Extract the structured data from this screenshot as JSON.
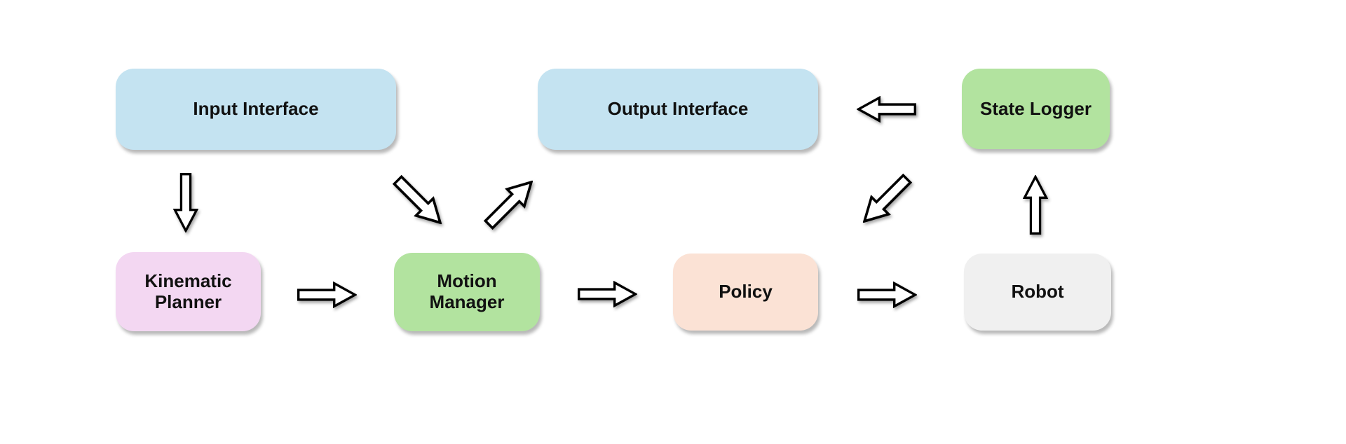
{
  "page": {
    "background_color": "#ffffff",
    "text_color": "#111111"
  },
  "diagram": {
    "nodes": {
      "input_interface": {
        "label": "Input Interface",
        "color": "#c4e3f1"
      },
      "output_interface": {
        "label": "Output Interface",
        "color": "#c4e3f1"
      },
      "state_logger": {
        "label": "State Logger",
        "color": "#b2e39f"
      },
      "kinematic_planner": {
        "label": "Kinematic Planner",
        "color": "#f3d7f2"
      },
      "motion_manager": {
        "label": "Motion Manager",
        "color": "#b2e39f"
      },
      "policy": {
        "label": "Policy",
        "color": "#fbe2d5"
      },
      "robot": {
        "label": "Robot",
        "color": "#f0f0f0"
      }
    },
    "edges": [
      {
        "from": "Input Interface",
        "to": "Kinematic Planner",
        "direction": "down"
      },
      {
        "from": "Kinematic Planner",
        "to": "Motion Manager",
        "direction": "right"
      },
      {
        "from": "Input Interface",
        "to": "Motion Manager",
        "direction": "down-right"
      },
      {
        "from": "Motion Manager",
        "to": "Output Interface",
        "direction": "up-right"
      },
      {
        "from": "Motion Manager",
        "to": "Policy",
        "direction": "right"
      },
      {
        "from": "Policy",
        "to": "Robot",
        "direction": "right"
      },
      {
        "from": "Robot",
        "to": "State Logger",
        "direction": "up"
      },
      {
        "from": "State Logger",
        "to": "Output Interface",
        "direction": "left"
      },
      {
        "from": "State Logger",
        "to": "Policy",
        "direction": "down-left"
      }
    ],
    "arrow_style": {
      "fill": "#ffffff",
      "stroke": "#000000"
    }
  }
}
